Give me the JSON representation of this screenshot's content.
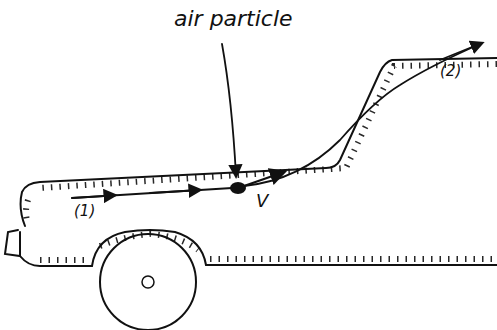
{
  "diagram": {
    "labels": [
      "air particle",
      "V",
      "(1)",
      "(2)"
    ]
  }
}
